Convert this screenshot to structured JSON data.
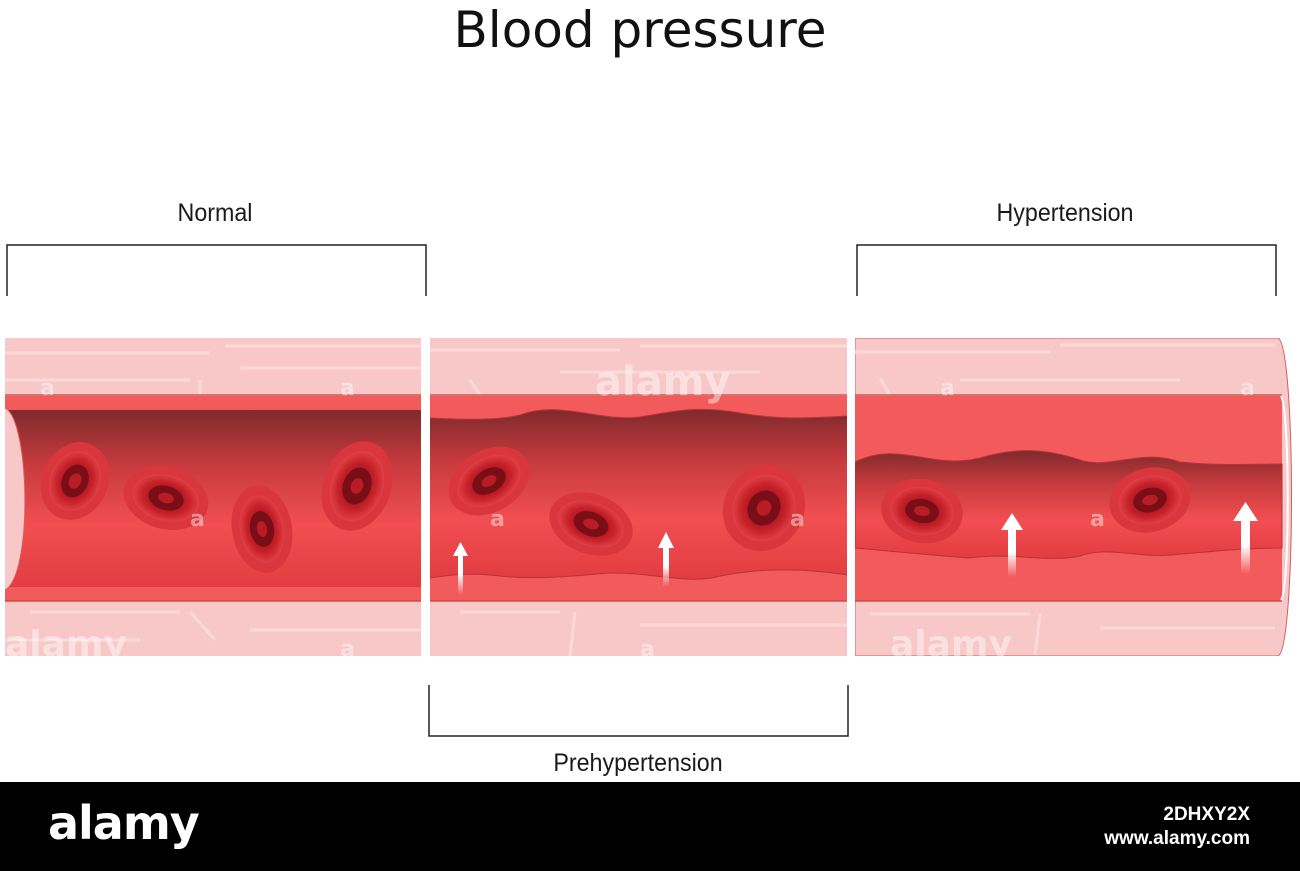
{
  "title": "Blood pressure",
  "stages": {
    "normal": "Normal",
    "prehypertension": "Prehypertension",
    "hypertension": "Hypertension"
  },
  "watermark": {
    "logo": "alamy",
    "image_id": "2DHXY2X",
    "site": "www.alamy.com"
  },
  "colors": {
    "vessel_wall": "#f9c5c5",
    "lumen": "#f14c4e",
    "plaque": "#f15456",
    "red_cell": "#b81a23",
    "footer": "#000000"
  }
}
